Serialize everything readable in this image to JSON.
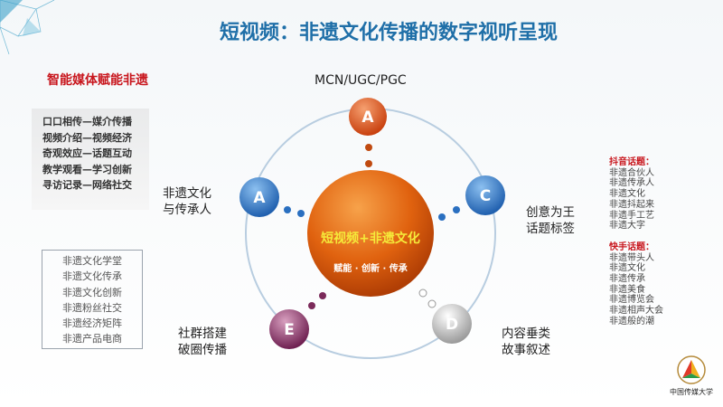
{
  "title": "短视频：非遗文化传播的数字视听呈现",
  "left": {
    "heading": "智能媒体赋能非遗",
    "transitions": [
      "口口相传—媒介传播",
      "视频介绍—视频经济",
      "奇观效应—话题互动",
      "教学观看—学习创新",
      "寻访记录—网络社交"
    ],
    "channels": [
      "非遗文化学堂",
      "非遗文化传承",
      "非遗文化创新",
      "非遗粉丝社交",
      "非遗经济矩阵",
      "非遗产品电商"
    ]
  },
  "diagram": {
    "center_title": "短视频+非遗文化",
    "center_sub": "赋能 · 创新 · 传承",
    "nodes": [
      {
        "letter": "A",
        "label": "MCN/UGC/PGC",
        "color": "#e0561a"
      },
      {
        "letter": "A",
        "label1": "非遗文化",
        "label2": "与传承人",
        "color": "#2a74c4"
      },
      {
        "letter": "C",
        "label1": "创意为王",
        "label2": "话题标签",
        "color": "#2a74c4"
      },
      {
        "letter": "D",
        "label1": "内容垂类",
        "label2": "故事叙述",
        "color": "#b0b0b0"
      },
      {
        "letter": "E",
        "label1": "社群搭建",
        "label2": "破圈传播",
        "color": "#7b2a5a"
      }
    ]
  },
  "topics": {
    "douyin_heading": "抖音话题：",
    "douyin": [
      "非遗合伙人",
      "非遗传承人",
      "非遗文化",
      "非遗抖起来",
      "非遗手工艺",
      "非遗大字"
    ],
    "kuaishou_heading": "快手话题：",
    "kuaishou": [
      "非遗带头人",
      "非遗文化",
      "非遗传承",
      "非遗美食",
      "非遗博览会",
      "非遗相声大会",
      "非遗般的潮"
    ]
  },
  "logo": {
    "text": "中国传媒大学"
  }
}
